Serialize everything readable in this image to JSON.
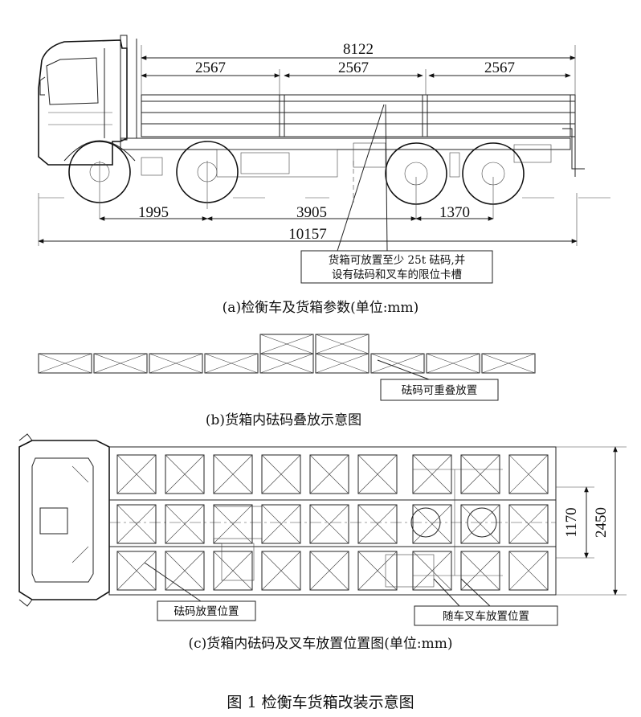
{
  "panel_a": {
    "dim_total_box": "8122",
    "dim_sections": [
      "2567",
      "2567",
      "2567"
    ],
    "dim_wheelbase": [
      "1995",
      "3905",
      "1370"
    ],
    "dim_overall": "10157",
    "note_lines": [
      "货箱可放置至少 25t 砝码,并",
      "设有砝码和叉车的限位卡槽"
    ],
    "caption": "(a)检衡车及货箱参数(单位:mm)"
  },
  "panel_b": {
    "note": "砝码可重叠放置",
    "caption": "(b)货箱内砝码叠放示意图"
  },
  "panel_c": {
    "dim_inner": "1170",
    "dim_width": "2450",
    "label_weights": "砝码放置位置",
    "label_forklift": "随车叉车放置位置",
    "caption": "(c)货箱内砝码及叉车放置位置图(单位:mm)"
  },
  "figure_title": "图 1   检衡车货箱改装示意图"
}
